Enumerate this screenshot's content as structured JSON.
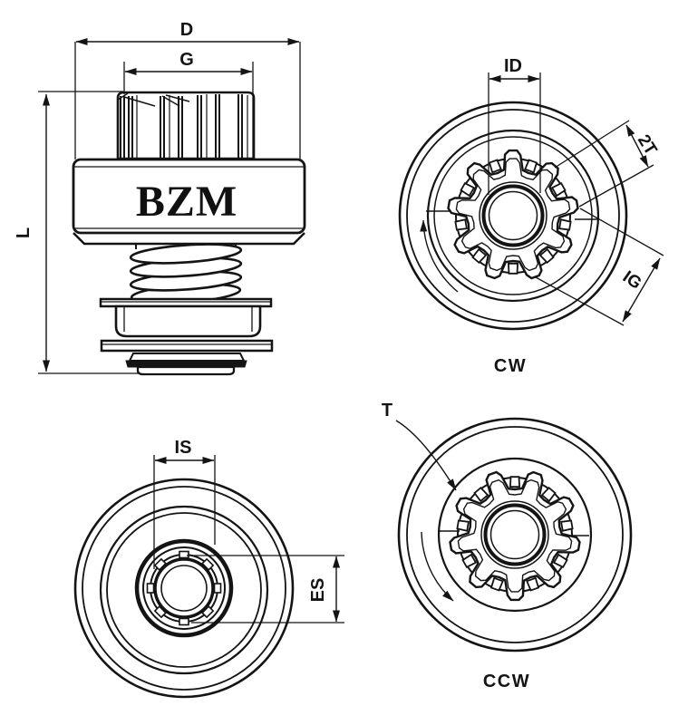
{
  "brand": "BZM",
  "labels": {
    "d": "D",
    "g": "G",
    "l": "L",
    "id": "ID",
    "two_t": "2T",
    "ig": "IG",
    "cw": "CW",
    "is": "IS",
    "es": "ES",
    "t": "T",
    "ccw": "CCW"
  },
  "colors": {
    "line": "#141414",
    "background": "#ffffff"
  }
}
